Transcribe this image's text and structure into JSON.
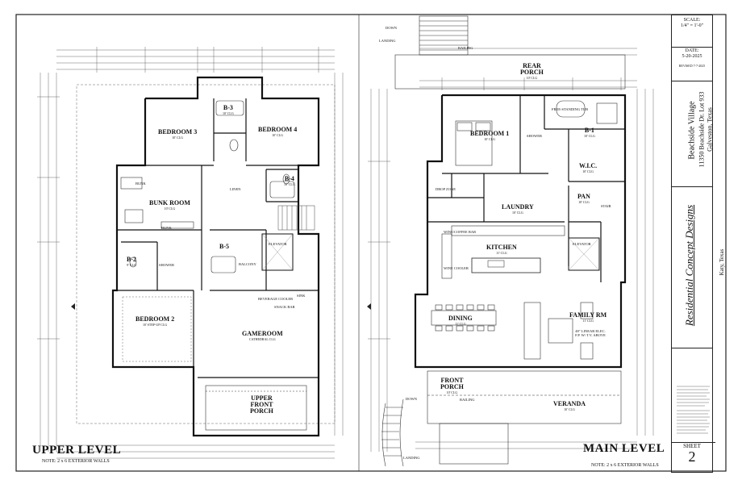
{
  "upper_level": {
    "title": "UPPER LEVEL",
    "note": "NOTE: 2 x 6 EXTERIOR WALLS",
    "rooms": {
      "bedroom3": "BEDROOM 3",
      "bedroom3_sub": "10' CLG",
      "bedroom4": "BEDROOM 4",
      "bedroom4_sub": "10' CLG",
      "b3": "B-3",
      "b3_sub": "10' CLG",
      "b4": "B-4",
      "b4_sub": "10' CLG",
      "b5": "B-5",
      "b2": "B-2",
      "b2_sub": "9' CLG",
      "bunk_room": "BUNK ROOM",
      "bunk_room_sub": "10' CLG",
      "bunk1": "BUNK",
      "bunk2": "BUNK",
      "linen": "LINEN",
      "shower": "SHOWER",
      "balcony": "BALCONY",
      "elevator": "ELEVATOR",
      "bedroom2": "BEDROOM 2",
      "bedroom2_sub": "10' STEP-UP CLG",
      "gameroom": "GAMEROOM",
      "gameroom_sub": "CATHEDRAL CLG",
      "upper_porch_l1": "UPPER",
      "upper_porch_l2": "FRONT",
      "upper_porch_l3": "PORCH",
      "snack_bar": "SNACK BAR",
      "beverage_cooler": "BEVERAGE COOLER",
      "sink": "SINK"
    }
  },
  "main_level": {
    "title": "MAIN LEVEL",
    "note": "NOTE: 2 x 6 EXTERIOR WALLS",
    "rooms": {
      "rear_porch": "REAR",
      "rear_porch2": "PORCH",
      "rear_porch_sub": "10' CLG",
      "bedroom1": "BEDROOM 1",
      "bedroom1_sub": "10' CLG",
      "shower": "SHOWER",
      "tub": "FREE-STANDING TUB",
      "b1": "B-1",
      "b1_sub": "10' CLG",
      "wic": "W.I.C.",
      "wic_sub": "10' CLG",
      "drop_zone": "DROP ZONE",
      "laundry": "LAUNDRY",
      "laundry_sub": "10' CLG",
      "pan": "PAN",
      "pan_sub": "10' CLG",
      "kitchen": "KITCHEN",
      "kitchen_sub": "11' CLG",
      "wine_coffee": "WINE/COFFEE BAR",
      "wine_cooler": "WINE COOLER",
      "elevator": "ELEVATOR",
      "dining": "DINING",
      "dining_sub": "11' CLG",
      "family_rm": "FAMILY RM",
      "family_rm_sub": "11' CLG",
      "fireplace_note": "48\" LINEAR ELEC. F.P. W/ T.V. ABOVE",
      "front_porch": "FRONT",
      "front_porch2": "PORCH",
      "front_porch_sub": "10' CLG",
      "veranda": "VERANDA",
      "veranda_sub": "10' CLG",
      "landing": "LANDING",
      "down": "DOWN",
      "railing": "RAILING",
      "stair": "STAIR"
    }
  },
  "title_block": {
    "scale_label": "SCALE:",
    "scale_value": "1/4\" = 1'-0\"",
    "date_label": "DATE:",
    "date_value": "5-20-2025",
    "revised": "REVISED 7-7-2025",
    "project_name": "Beachside Village",
    "address": "11350 Beachside Dr. Lot 933",
    "city": "Galveston, Texas",
    "firm_name": "Residential Concept Designs",
    "firm_city": "Katy, Texas",
    "sheet_label": "SHEET",
    "sheet_number": "2"
  }
}
